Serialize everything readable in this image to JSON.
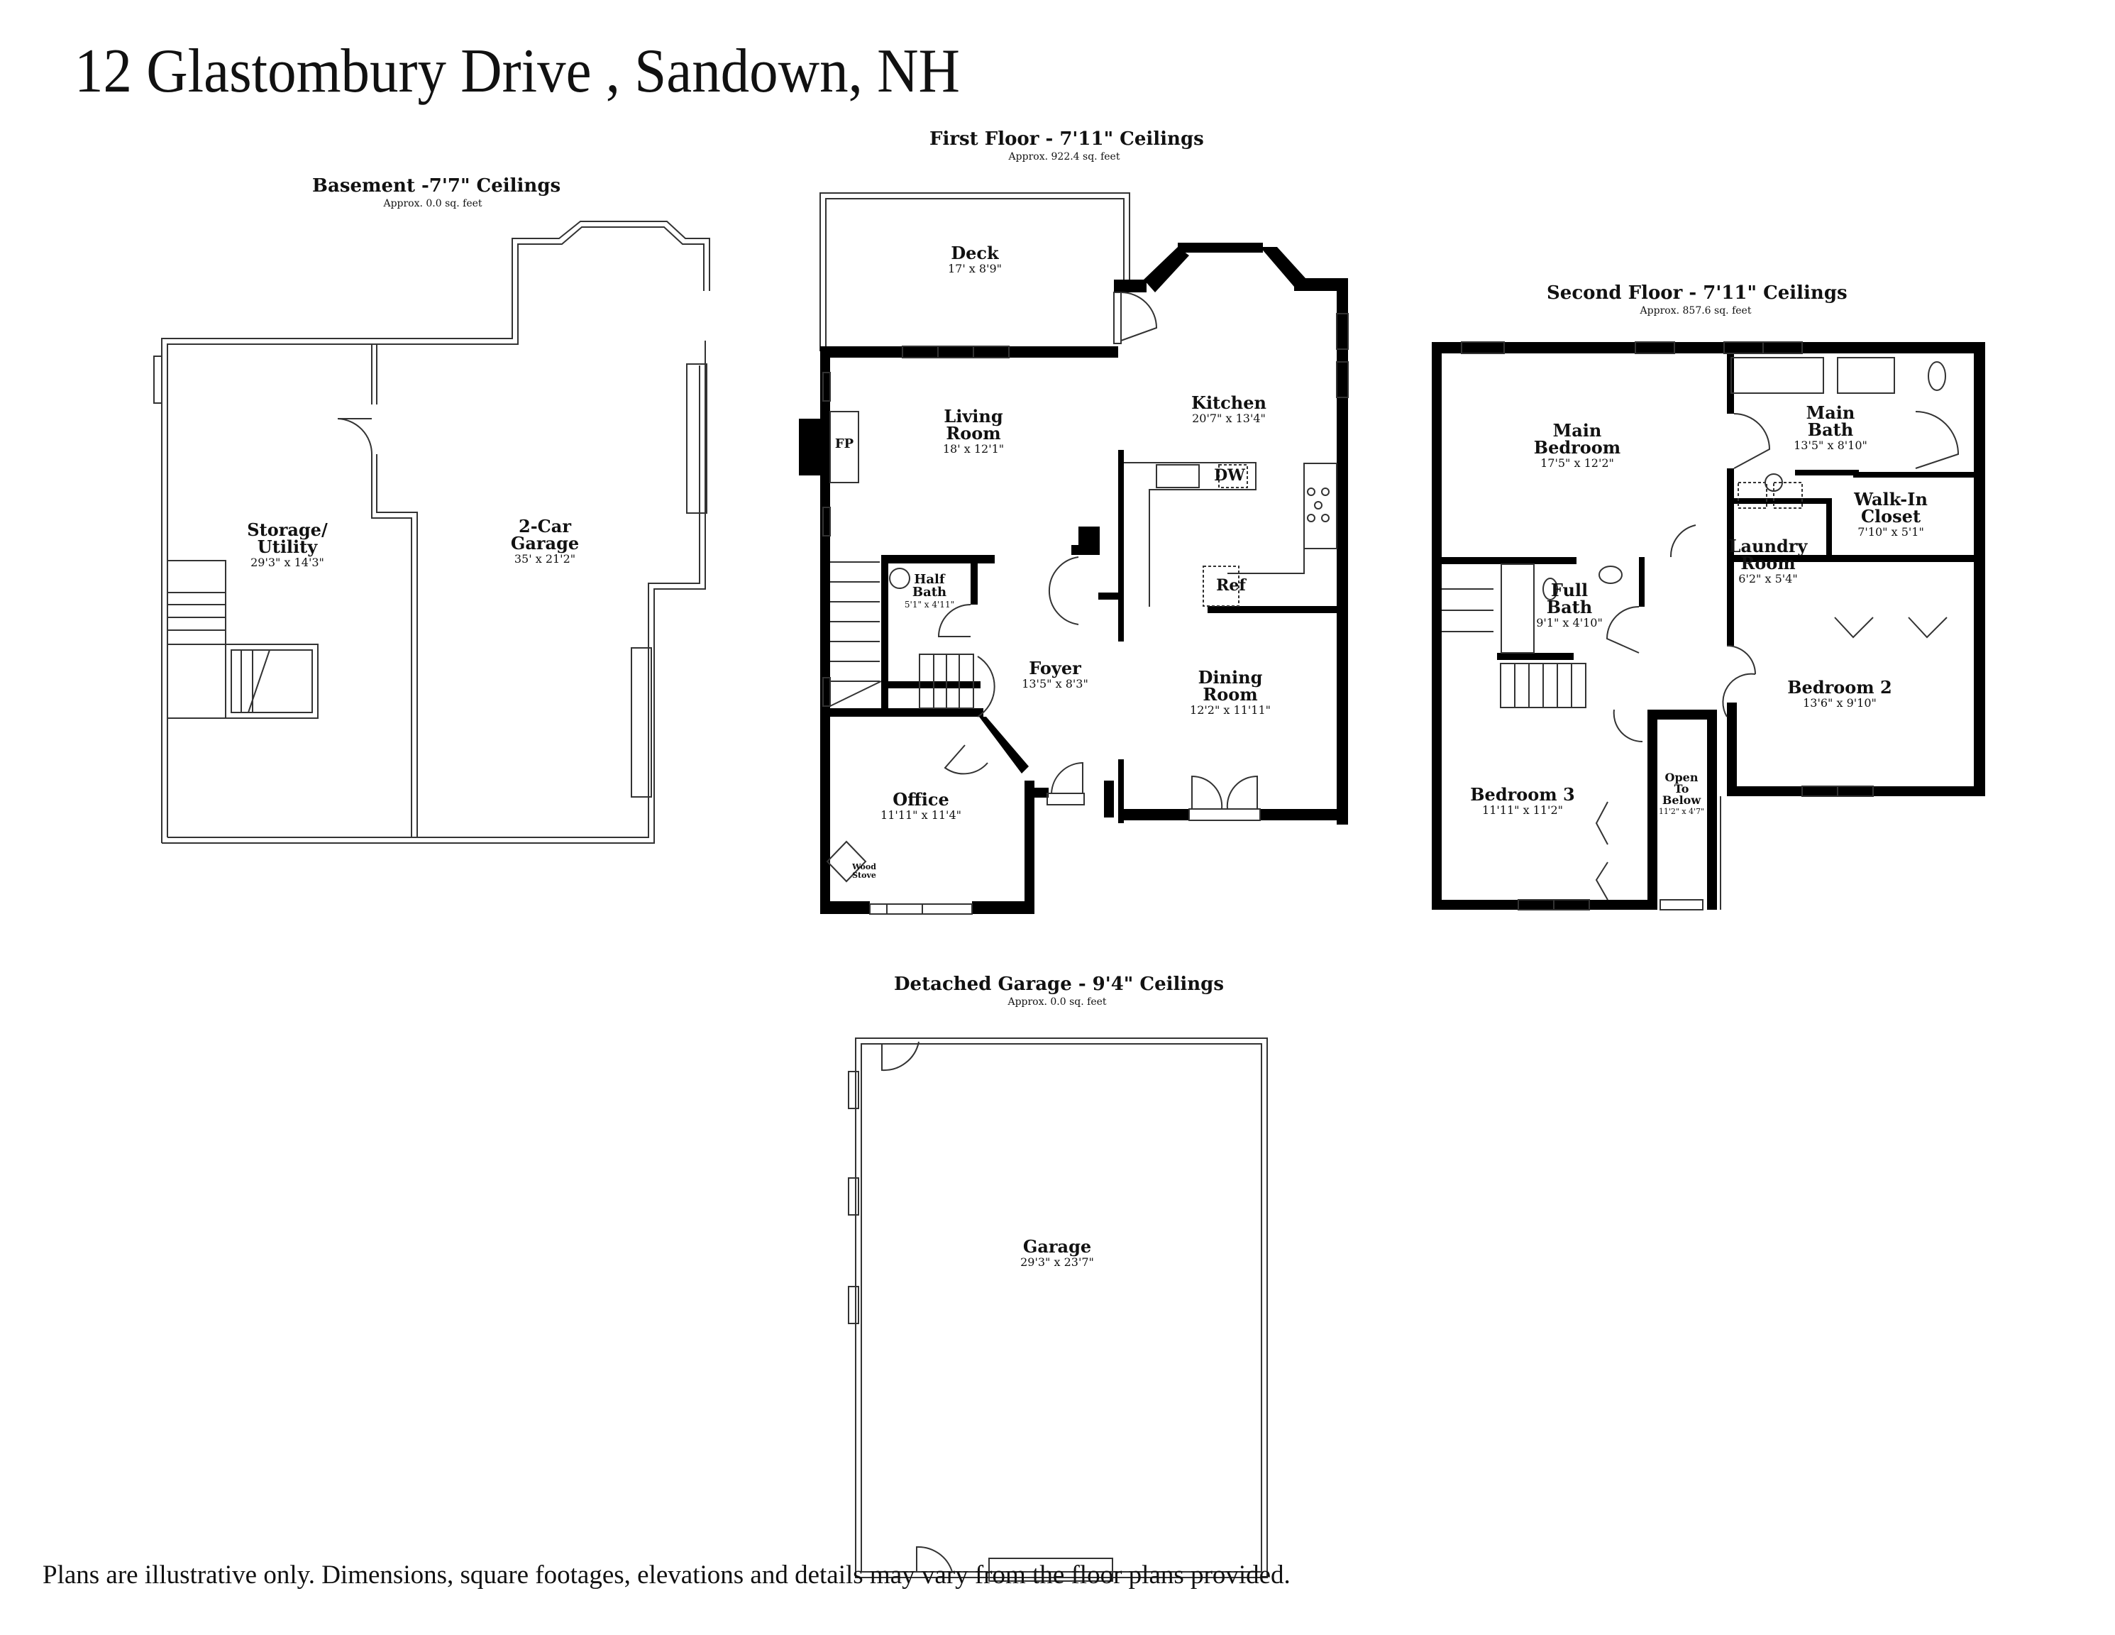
{
  "title": "12 Glastombury Drive , Sandown, NH",
  "floors": {
    "basement": {
      "heading": "Basement -7'7\" Ceilings",
      "area": "Approx. 0.0 sq. feet"
    },
    "first": {
      "heading": "First Floor - 7'11\" Ceilings",
      "area": "Approx. 922.4 sq. feet"
    },
    "second": {
      "heading": "Second Floor - 7'11\" Ceilings",
      "area": "Approx. 857.6 sq. feet"
    },
    "detached": {
      "heading": "Detached Garage - 9'4\" Ceilings",
      "area": "Approx. 0.0 sq. feet"
    }
  },
  "rooms": {
    "basement": [
      {
        "name": "Storage/",
        "name2": "Utility",
        "dims": "29'3\" x 14'3\""
      },
      {
        "name": "2-Car",
        "name2": "Garage",
        "dims": "35' x 21'2\""
      }
    ],
    "first": [
      {
        "name": "Deck",
        "dims": "17' x 8'9\""
      },
      {
        "name": "Living",
        "name2": "Room",
        "dims": "18' x 12'1\""
      },
      {
        "name": "Kitchen",
        "dims": "20'7\" x 13'4\""
      },
      {
        "name": "Half",
        "name2": "Bath",
        "dims": "5'1\" x 4'11\""
      },
      {
        "name": "Foyer",
        "dims": "13'5\" x 8'3\""
      },
      {
        "name": "Dining",
        "name2": "Room",
        "dims": "12'2\" x 11'11\""
      },
      {
        "name": "Office",
        "dims": "11'11\" x 11'4\""
      }
    ],
    "second": [
      {
        "name": "Main",
        "name2": "Bedroom",
        "dims": "17'5\" x 12'2\""
      },
      {
        "name": "Main",
        "name2": "Bath",
        "dims": "13'5\" x 8'10\""
      },
      {
        "name": "Walk-In",
        "name2": "Closet",
        "dims": "7'10\" x 5'1\""
      },
      {
        "name": "Laundry",
        "name2": "Room",
        "dims": "6'2\" x 5'4\""
      },
      {
        "name": "Full",
        "name2": "Bath",
        "dims": "9'1\" x 4'10\""
      },
      {
        "name": "Bedroom 2",
        "dims": "13'6\" x 9'10\""
      },
      {
        "name": "Bedroom 3",
        "dims": "11'11\" x 11'2\""
      },
      {
        "name": "Open",
        "name2": "To",
        "name3": "Below",
        "dims": "11'2\" x 4'7\""
      }
    ],
    "detached": [
      {
        "name": "Garage",
        "dims": "29'3\" x 23'7\""
      }
    ]
  },
  "fixtures": {
    "fireplace": "FP",
    "dishwasher": "DW",
    "refrigerator": "Ref",
    "wood_stove_1": "Wood",
    "wood_stove_2": "Stove"
  },
  "disclaimer": "Plans are illustrative only. Dimensions, square footages, elevations and details may vary from the floor plans provided.",
  "colors": {
    "wall": "#000000",
    "background": "#ffffff",
    "outline": "#333333"
  }
}
